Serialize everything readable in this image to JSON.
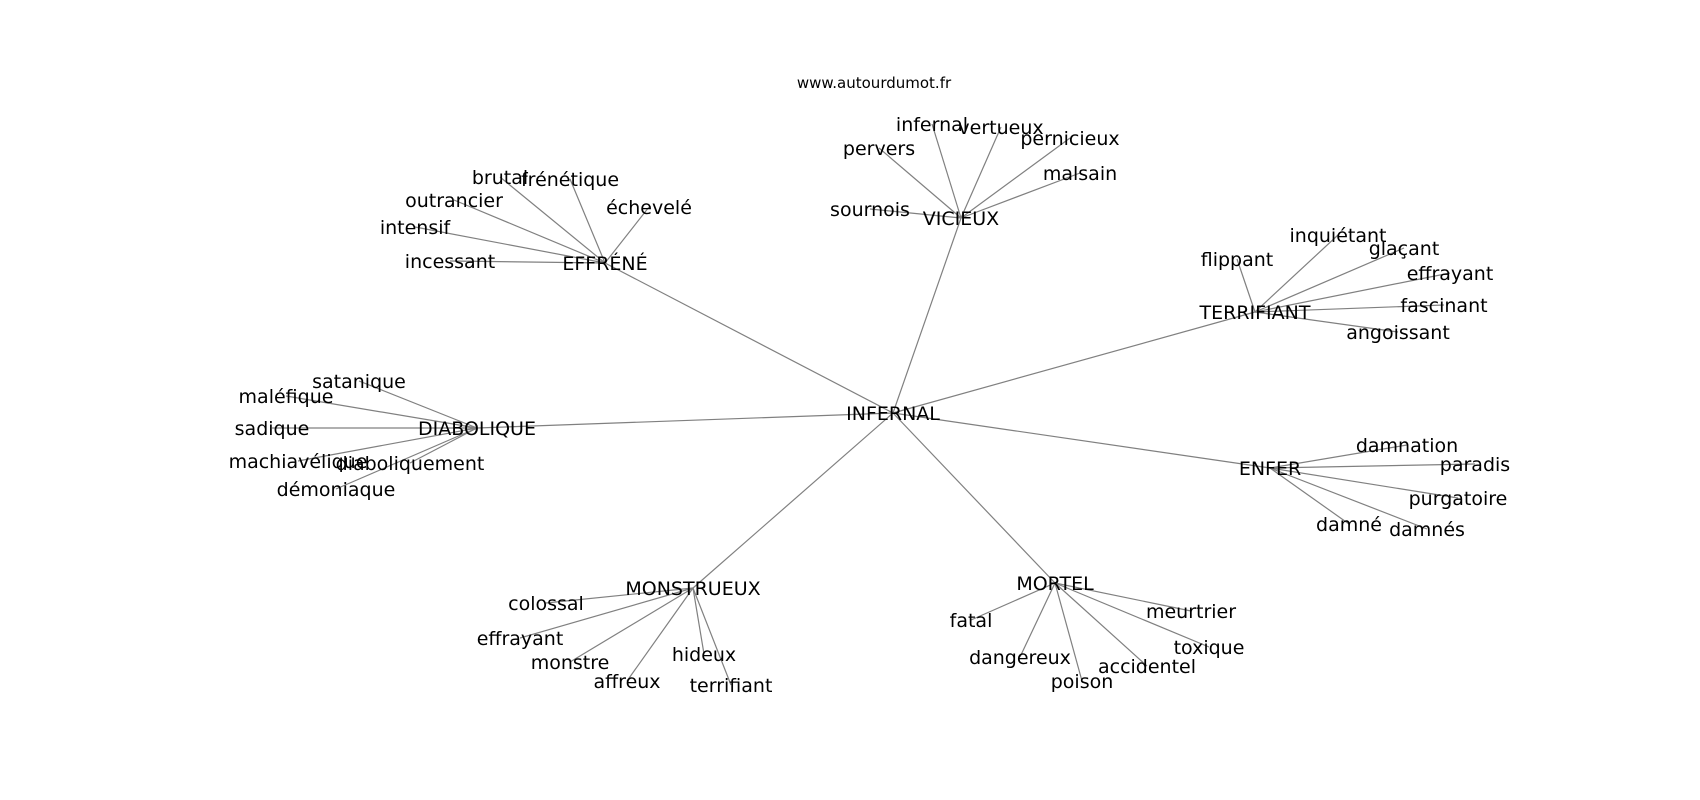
{
  "site": "www.autourdumot.fr",
  "root": {
    "label": "INFERNAL"
  },
  "groups": [
    {
      "id": "effrene",
      "label": "EFFRÉNÉ",
      "leaves": [
        "brutal",
        "frénétique",
        "échevelé",
        "outrancier",
        "intensif",
        "incessant"
      ]
    },
    {
      "id": "vicieux",
      "label": "VICIEUX",
      "leaves": [
        "infernal",
        "vertueux",
        "pervers",
        "pernicieux",
        "malsain",
        "sournois"
      ]
    },
    {
      "id": "terrifiant",
      "label": "TERRIFIANT",
      "leaves": [
        "inquiétant",
        "flippant",
        "glaçant",
        "effrayant",
        "fascinant",
        "angoissant"
      ]
    },
    {
      "id": "diabolique",
      "label": "DIABOLIQUE",
      "leaves": [
        "satanique",
        "maléfique",
        "sadique",
        "machiavélique",
        "diaboliquement",
        "démoniaque"
      ]
    },
    {
      "id": "enfer",
      "label": "ENFER",
      "leaves": [
        "damnation",
        "paradis",
        "purgatoire",
        "damné",
        "damnés"
      ]
    },
    {
      "id": "monstrueux",
      "label": "MONSTRUEUX",
      "leaves": [
        "colossal",
        "effrayant",
        "monstre",
        "hideux",
        "affreux",
        "terrifiant"
      ]
    },
    {
      "id": "mortel",
      "label": "MORTEL",
      "leaves": [
        "meurtrier",
        "fatal",
        "toxique",
        "dangereux",
        "accidentel",
        "poison"
      ]
    }
  ]
}
